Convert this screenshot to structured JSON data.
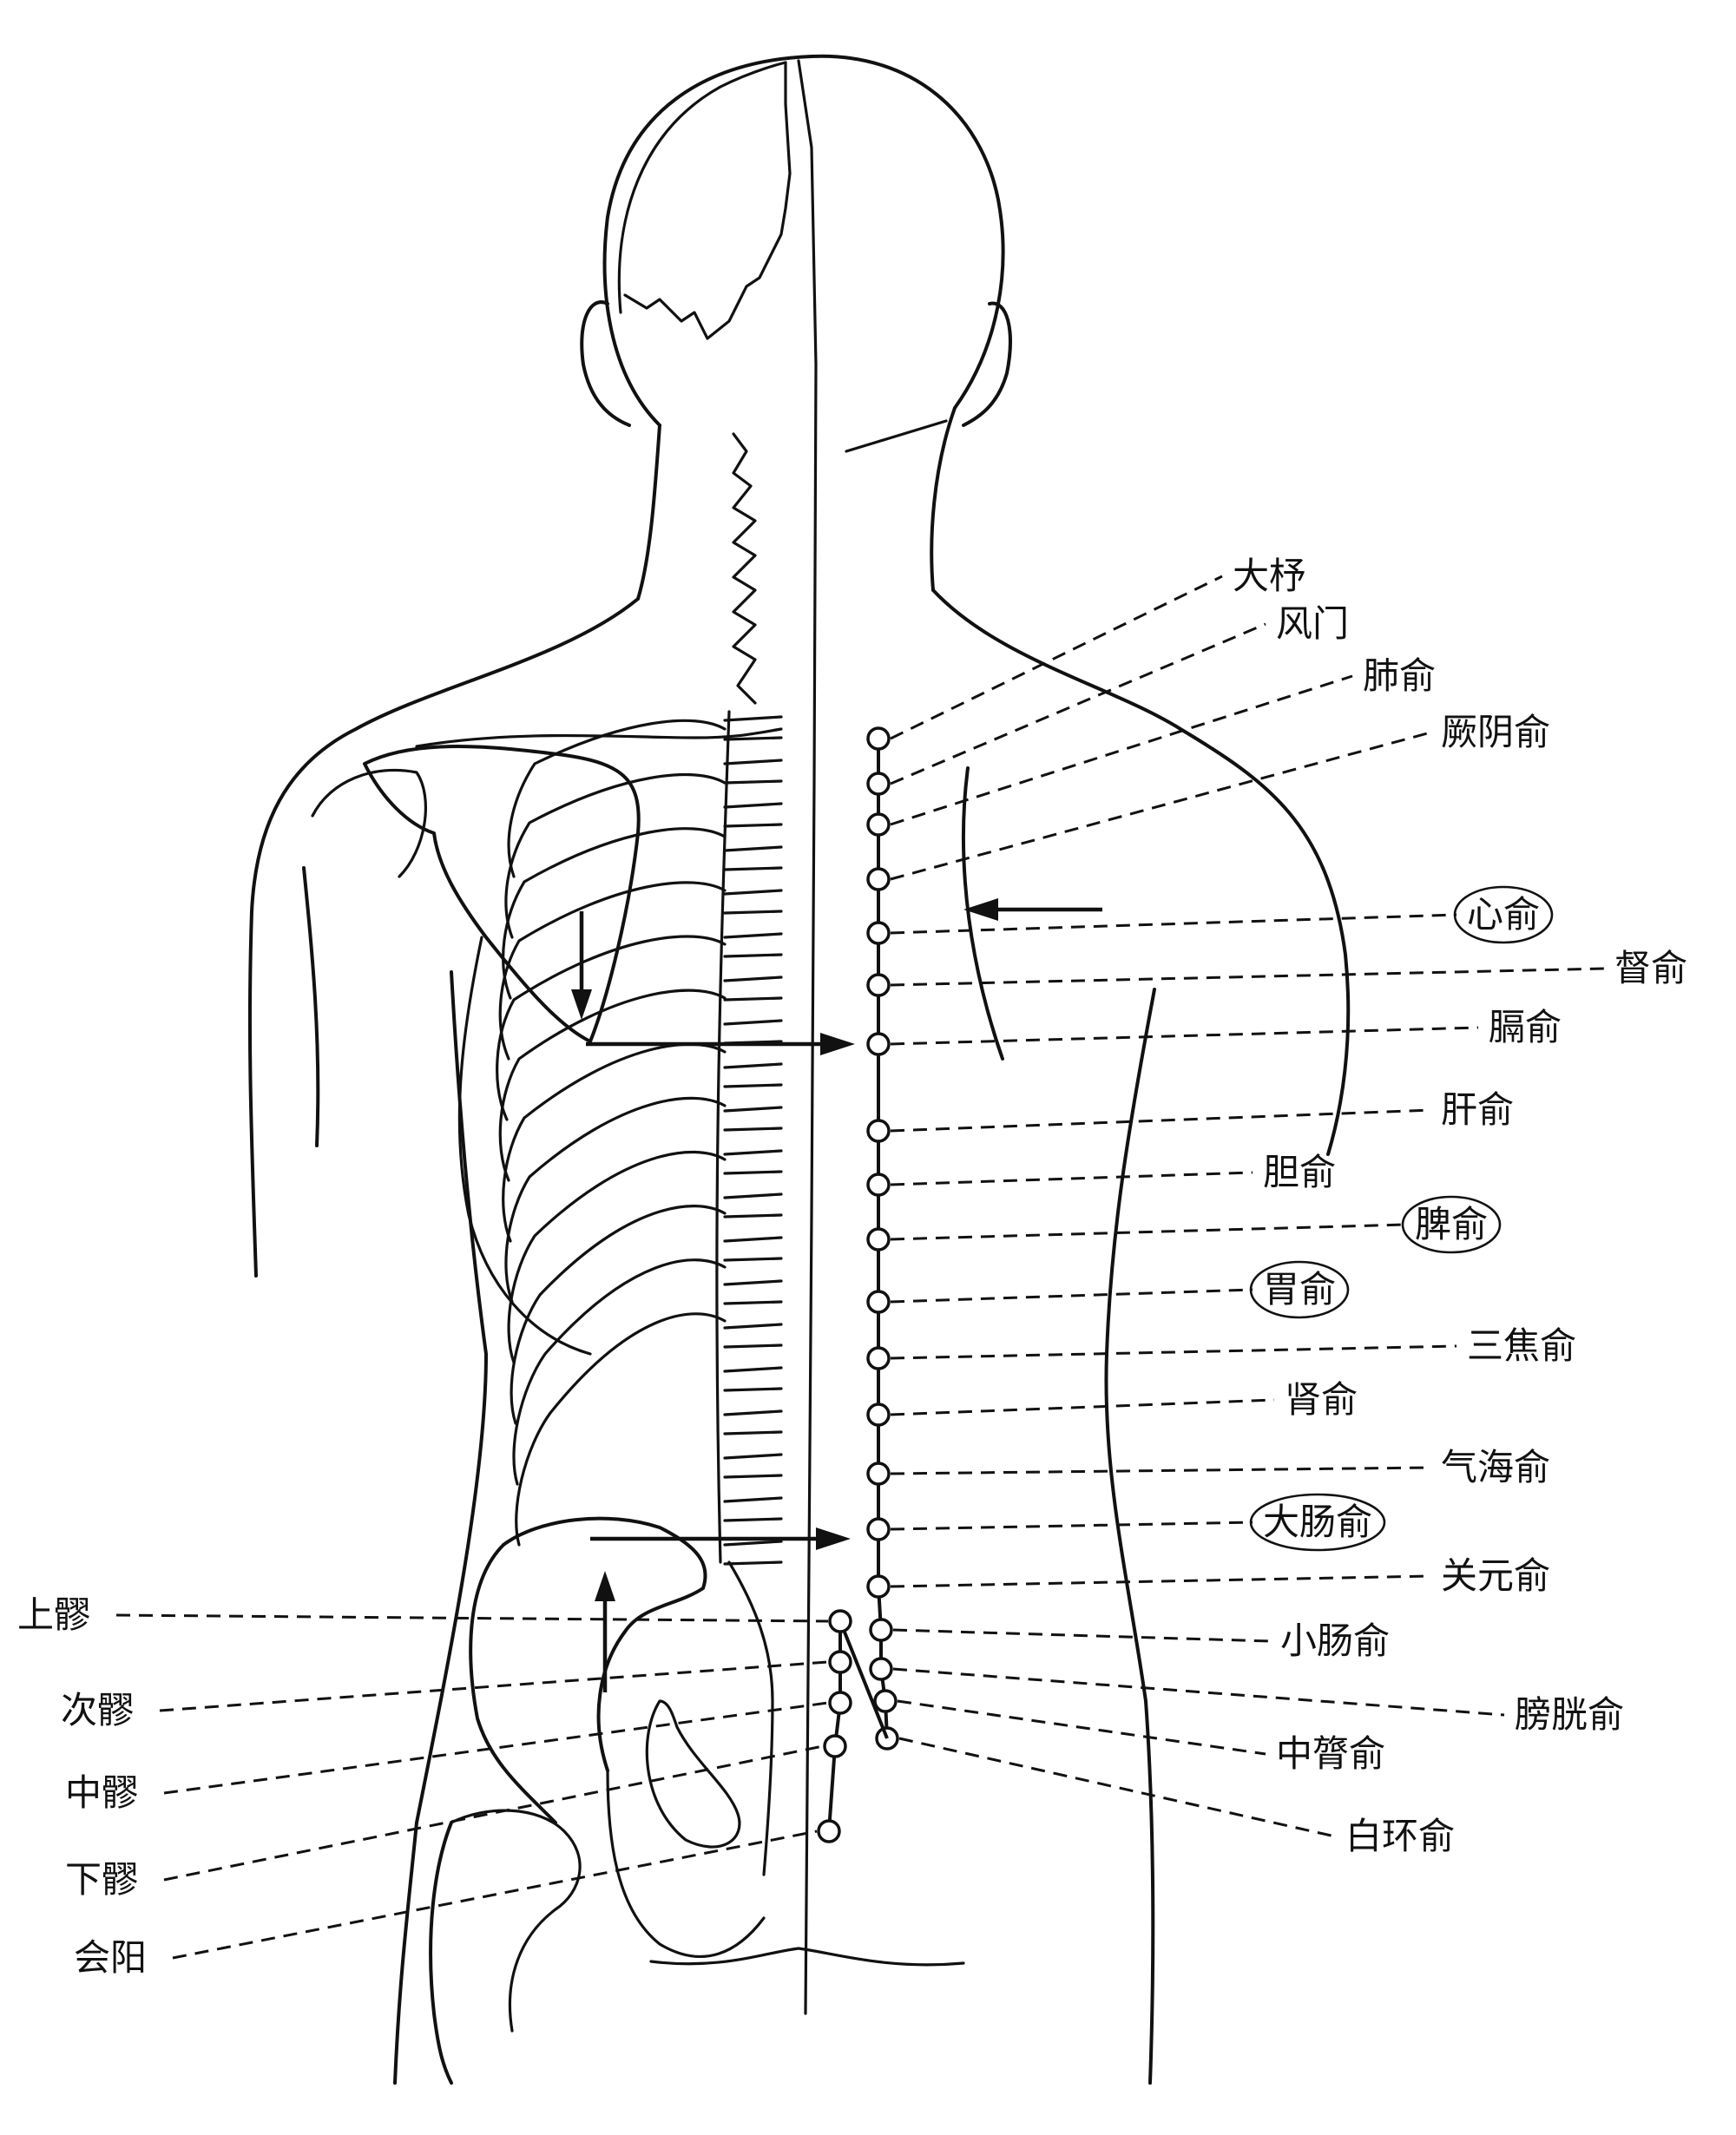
{
  "right_points": [
    {
      "id": "dazhu",
      "label": "大杼",
      "circled": false
    },
    {
      "id": "fengmen",
      "label": "风门",
      "circled": false
    },
    {
      "id": "feishu",
      "label": "肺俞",
      "circled": false
    },
    {
      "id": "jueyinshu",
      "label": "厥阴俞",
      "circled": false
    },
    {
      "id": "xinshu",
      "label": "心俞",
      "circled": true
    },
    {
      "id": "dushu",
      "label": "督俞",
      "circled": false
    },
    {
      "id": "geshu",
      "label": "膈俞",
      "circled": false
    },
    {
      "id": "ganshu",
      "label": "肝俞",
      "circled": false
    },
    {
      "id": "danshu",
      "label": "胆俞",
      "circled": false
    },
    {
      "id": "pishu",
      "label": "脾俞",
      "circled": true
    },
    {
      "id": "weishu",
      "label": "胃俞",
      "circled": true
    },
    {
      "id": "sanjiaoshu",
      "label": "三焦俞",
      "circled": false
    },
    {
      "id": "shenshu",
      "label": "肾俞",
      "circled": false
    },
    {
      "id": "qihaishu",
      "label": "气海俞",
      "circled": false
    },
    {
      "id": "dachangshu",
      "label": "大肠俞",
      "circled": true
    },
    {
      "id": "guanyuanshu",
      "label": "关元俞",
      "circled": false
    },
    {
      "id": "xiaochangshu",
      "label": "小肠俞",
      "circled": false
    },
    {
      "id": "pangguangshu",
      "label": "膀胱俞",
      "circled": false
    },
    {
      "id": "zhonglvshu",
      "label": "中膂俞",
      "circled": false
    },
    {
      "id": "baihuanshu",
      "label": "白环俞",
      "circled": false
    }
  ],
  "left_points": [
    {
      "id": "shangliao",
      "label": "上髎"
    },
    {
      "id": "ciliao",
      "label": "次髎"
    },
    {
      "id": "zhongliao",
      "label": "中髎"
    },
    {
      "id": "xialiao",
      "label": "下髎"
    },
    {
      "id": "huiyang",
      "label": "会阳"
    }
  ]
}
